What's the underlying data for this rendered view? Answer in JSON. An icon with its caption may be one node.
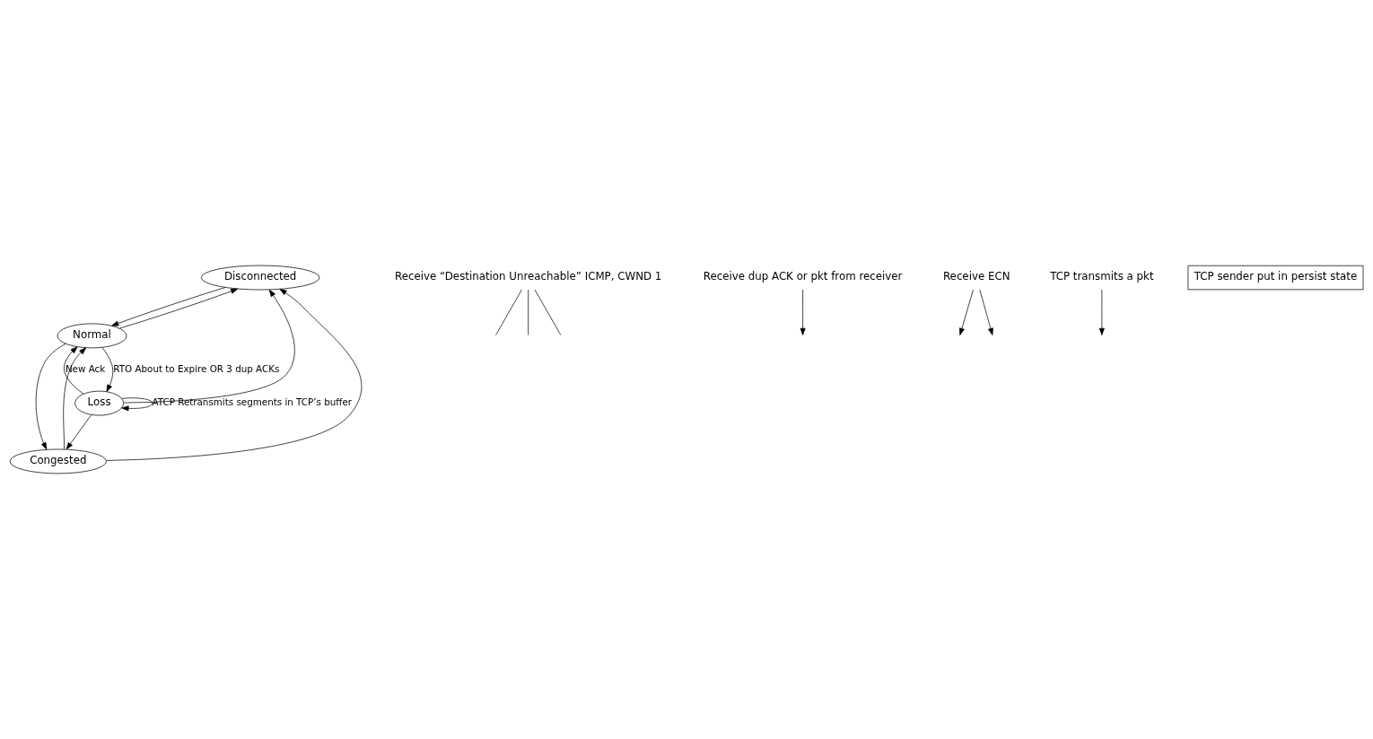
{
  "diagram": {
    "nodes": [
      {
        "text": [
          "Disconnected"
        ]
      },
      {
        "text": [
          "Normal"
        ]
      },
      {
        "text": [
          "Congested"
        ]
      },
      {
        "text": [
          "Loss"
        ]
      },
      {
        "text": [
          "Receive “Destination Unreachable” ICMP, CWND 1"
        ]
      },
      {
        "text": [
          "Receive dup ACK or pkt from receiver"
        ]
      },
      {
        "text": [
          "Receive ECN"
        ]
      },
      {
        "text": [
          "TCP transmits a pkt"
        ]
      }
    ],
    "edges": [
      {
        "from": 2,
        "to": 0,
        "arrow": "to"
      },
      {
        "from": 1,
        "to": 0,
        "arrow": "to"
      },
      {
        "from": 0,
        "to": 1,
        "arrow": "to"
      },
      {
        "from": 3,
        "to": 0,
        "arrow": "to"
      },
      {
        "from": 2,
        "to": 1,
        "arrow": "to"
      },
      {
        "from": 1,
        "to": 2,
        "arrow": "to"
      },
      {
        "from": 1,
        "to": 3,
        "arrow": "to",
        "label": "RTO About to Expire OR 3 dup ACKs"
      },
      {
        "from": 3,
        "to": 1,
        "arrow": "to",
        "label": "New Ack"
      },
      {
        "from": 3,
        "to": 2,
        "arrow": "to"
      },
      {
        "from": 3,
        "to": 3,
        "arrow": "to",
        "label": "ATCP Retransmits segments in TCP’s buffer"
      },
      {
        "from": 4,
        "to": null,
        "arrow": "none"
      },
      {
        "from": 4,
        "to": null,
        "arrow": "none"
      },
      {
        "from": 4,
        "to": null,
        "arrow": "none"
      },
      {
        "from": 5,
        "to": null,
        "arrow": "to"
      },
      {
        "from": 6,
        "to": null,
        "arrow": "to"
      },
      {
        "from": 6,
        "to": null,
        "arrow": "to"
      },
      {
        "from": 7,
        "to": null,
        "arrow": "to"
      }
    ],
    "legend": [
      {
        "text": "TCP sender put in persist state"
      }
    ]
  }
}
